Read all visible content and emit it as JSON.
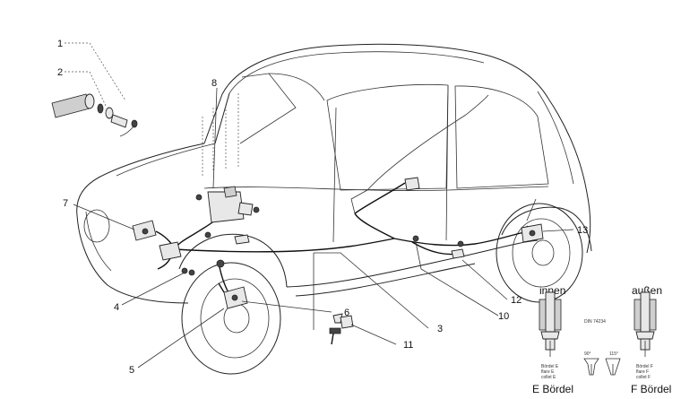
{
  "callouts": [
    "1",
    "2",
    "3",
    "4",
    "5",
    "6",
    "7",
    "8",
    "10",
    "11",
    "12",
    "13"
  ],
  "flare_inner": {
    "title": "innen",
    "caption": "E Bördel",
    "note_lines": [
      "Bördel E",
      "flare E",
      "collet E"
    ]
  },
  "flare_outer": {
    "title": "außen",
    "caption": "F Bördel",
    "note_lines": [
      "Bördel F",
      "flare F",
      "collet F"
    ]
  },
  "din_label": "DIN 74234",
  "angle_labels": [
    "90°",
    "115°"
  ]
}
